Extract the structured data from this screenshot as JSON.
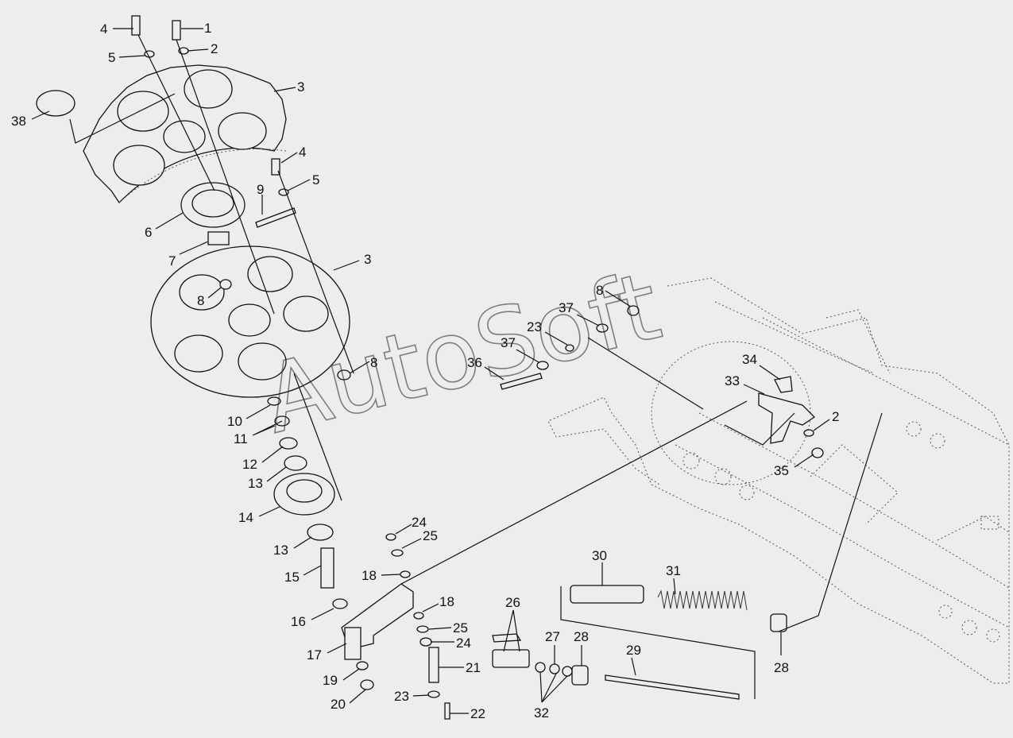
{
  "watermark": "AutoSoft",
  "callouts": [
    {
      "id": "c1",
      "label": "1"
    },
    {
      "id": "c2a",
      "label": "2"
    },
    {
      "id": "c3a",
      "label": "3"
    },
    {
      "id": "c4a",
      "label": "4"
    },
    {
      "id": "c5a",
      "label": "5"
    },
    {
      "id": "c38",
      "label": "38"
    },
    {
      "id": "c4b",
      "label": "4"
    },
    {
      "id": "c5b",
      "label": "5"
    },
    {
      "id": "c9",
      "label": "9"
    },
    {
      "id": "c6",
      "label": "6"
    },
    {
      "id": "c7",
      "label": "7"
    },
    {
      "id": "c3b",
      "label": "3"
    },
    {
      "id": "c8a",
      "label": "8"
    },
    {
      "id": "c8b",
      "label": "8"
    },
    {
      "id": "c8c",
      "label": "8"
    },
    {
      "id": "c10",
      "label": "10"
    },
    {
      "id": "c11",
      "label": "11"
    },
    {
      "id": "c12",
      "label": "12"
    },
    {
      "id": "c13a",
      "label": "13"
    },
    {
      "id": "c14",
      "label": "14"
    },
    {
      "id": "c13b",
      "label": "13"
    },
    {
      "id": "c15",
      "label": "15"
    },
    {
      "id": "c16",
      "label": "16"
    },
    {
      "id": "c17",
      "label": "17"
    },
    {
      "id": "c19",
      "label": "19"
    },
    {
      "id": "c20",
      "label": "20"
    },
    {
      "id": "c24a",
      "label": "24"
    },
    {
      "id": "c25a",
      "label": "25"
    },
    {
      "id": "c18a",
      "label": "18"
    },
    {
      "id": "c18b",
      "label": "18"
    },
    {
      "id": "c25b",
      "label": "25"
    },
    {
      "id": "c24b",
      "label": "24"
    },
    {
      "id": "c21",
      "label": "21"
    },
    {
      "id": "c23a",
      "label": "23"
    },
    {
      "id": "c22",
      "label": "22"
    },
    {
      "id": "c26",
      "label": "26"
    },
    {
      "id": "c27",
      "label": "27"
    },
    {
      "id": "c28a",
      "label": "28"
    },
    {
      "id": "c29",
      "label": "29"
    },
    {
      "id": "c32",
      "label": "32"
    },
    {
      "id": "c30",
      "label": "30"
    },
    {
      "id": "c31",
      "label": "31"
    },
    {
      "id": "c28b",
      "label": "28"
    },
    {
      "id": "c37a",
      "label": "37"
    },
    {
      "id": "c23b",
      "label": "23"
    },
    {
      "id": "c37b",
      "label": "37"
    },
    {
      "id": "c36",
      "label": "36"
    },
    {
      "id": "c34",
      "label": "34"
    },
    {
      "id": "c33",
      "label": "33"
    },
    {
      "id": "c2b",
      "label": "2"
    },
    {
      "id": "c35",
      "label": "35"
    }
  ]
}
